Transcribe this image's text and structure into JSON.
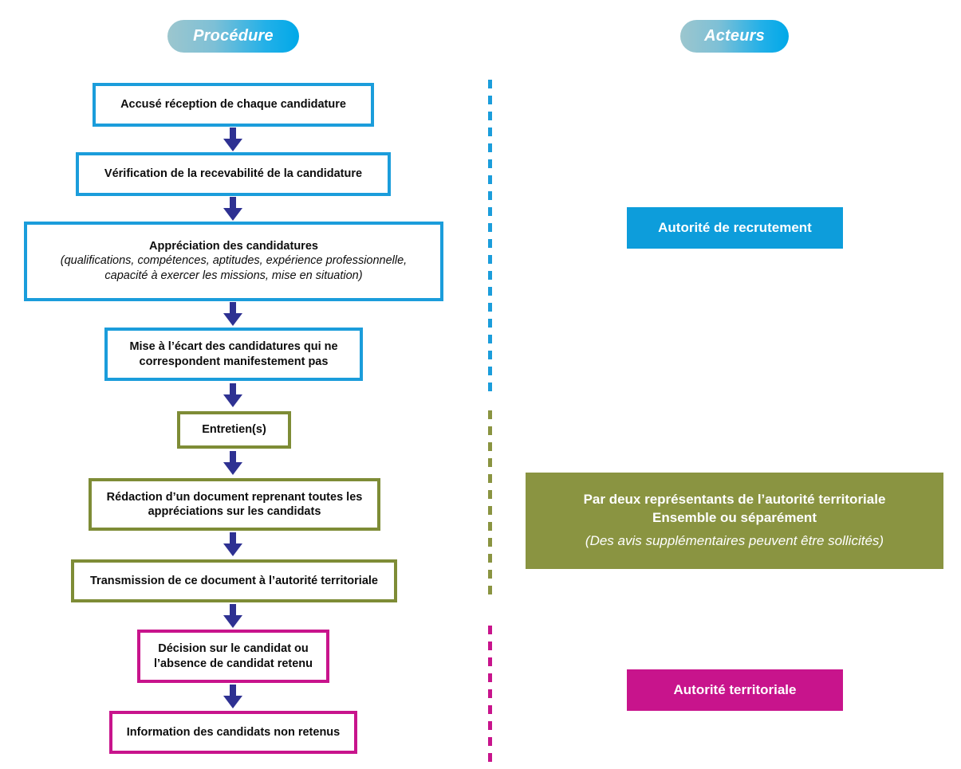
{
  "headers": {
    "procedure": "Procédure",
    "acteurs": "Acteurs"
  },
  "colors": {
    "blue": "#1b9ddb",
    "blue_fill": "#0d9ddb",
    "olive": "#7e8c36",
    "olive_fill": "#8a9441",
    "pink": "#c8148c",
    "arrow": "#2e3192",
    "pill_gradient_start": "#9cc6ce",
    "pill_gradient_end": "#00a8e8"
  },
  "procedure_steps": [
    {
      "id": "accuse-reception",
      "title": "Accusé réception de chaque candidature",
      "sub": [],
      "color": "blue"
    },
    {
      "id": "verification-recevabilite",
      "title": "Vérification de la recevabilité de la candidature",
      "sub": [],
      "color": "blue"
    },
    {
      "id": "appreciation-candidatures",
      "title": "Appréciation des candidatures",
      "sub": [
        "(qualifications, compétences, aptitudes, expérience professionnelle,",
        "capacité à exercer les missions, mise en situation)"
      ],
      "color": "blue"
    },
    {
      "id": "mise-a-lecart",
      "title": "Mise à l’écart des candidatures qui ne\ncorrespondent manifestement pas",
      "sub": [],
      "color": "blue"
    },
    {
      "id": "entretiens",
      "title": "Entretien(s)",
      "sub": [],
      "color": "olive"
    },
    {
      "id": "redaction-document",
      "title": "Rédaction d’un document reprenant toutes les\nappréciations sur les candidats",
      "sub": [],
      "color": "olive"
    },
    {
      "id": "transmission-document",
      "title": "Transmission de ce document à l’autorité territoriale",
      "sub": [],
      "color": "olive"
    },
    {
      "id": "decision-candidat",
      "title": "Décision sur le candidat ou\nl’absence de candidat retenu",
      "sub": [],
      "color": "pink"
    },
    {
      "id": "information-candidats",
      "title": "Information des candidats non retenus",
      "sub": [],
      "color": "pink"
    }
  ],
  "actors": [
    {
      "id": "autorite-de-recrutement",
      "lines": [
        "Autorité de recrutement"
      ],
      "note": "",
      "color": "blue"
    },
    {
      "id": "deux-representants",
      "lines": [
        "Par deux représentants de l’autorité territoriale",
        "Ensemble ou séparément"
      ],
      "note": "(Des avis supplémentaires peuvent être sollicités)",
      "color": "olive"
    },
    {
      "id": "autorite-territoriale",
      "lines": [
        "Autorité territoriale"
      ],
      "note": "",
      "color": "pink"
    }
  ],
  "arrows": {
    "count": 8,
    "icon": "down-arrow-icon",
    "color": "#2e3192"
  },
  "dividers": [
    {
      "id": "divider-blue",
      "color": "blue"
    },
    {
      "id": "divider-olive",
      "color": "olive"
    },
    {
      "id": "divider-pink",
      "color": "pink"
    }
  ]
}
